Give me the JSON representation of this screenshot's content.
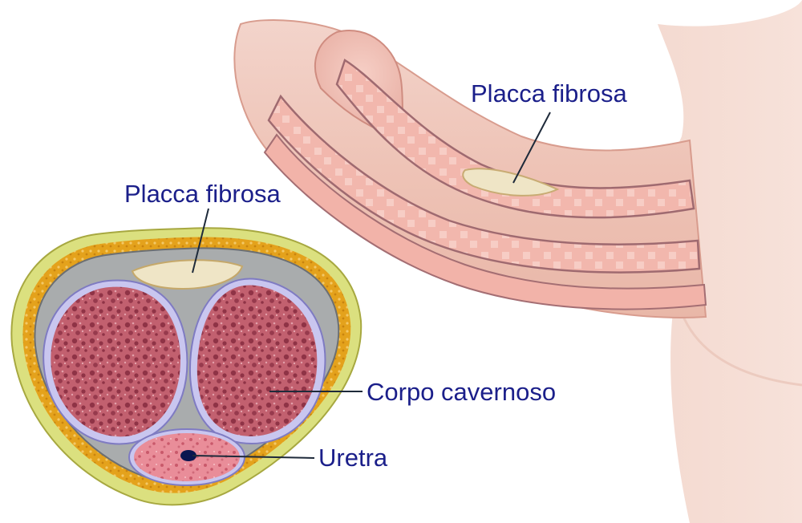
{
  "labels": {
    "plaque_side": "Placca fibrosa",
    "plaque_cross": "Placca fibrosa",
    "corpus": "Corpo cavernoso",
    "urethra": "Uretra"
  },
  "colors": {
    "label_text": "#1b1f8a",
    "leader_line": "#1e2a3a",
    "skin": "#f1c9be",
    "tissue": "#b75565",
    "membrane": "#c8c4ee",
    "fat_layer": "#e6a21a",
    "outer_layer": "#d9dc7a",
    "plaque": "#eee6cc",
    "urethral_lumen": "#0a1650"
  }
}
